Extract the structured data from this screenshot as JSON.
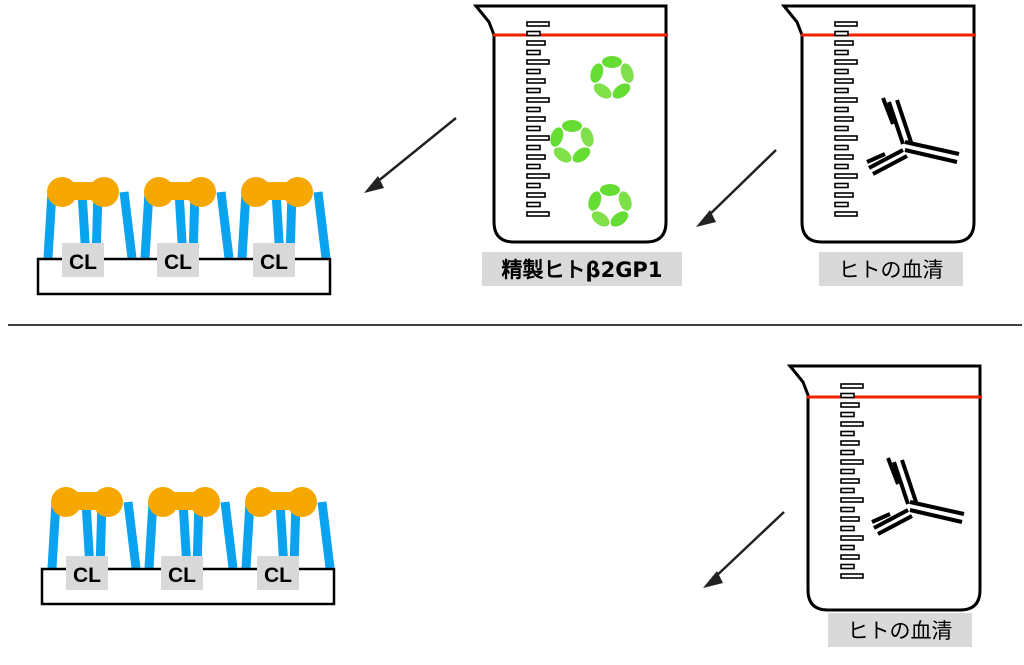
{
  "top_panel": {
    "plate_labels": [
      "CL",
      "CL",
      "CL"
    ],
    "beaker_purified": {
      "label": "精製ヒトβ2GP1",
      "contents": "green-protein-rings-icon"
    },
    "beaker_serum": {
      "label": "ヒトの血清",
      "contents": "antibody-icon"
    }
  },
  "bottom_panel": {
    "plate_labels": [
      "CL",
      "CL",
      "CL"
    ],
    "beaker_serum": {
      "label": "ヒトの血清",
      "contents": "antibody-icon"
    }
  },
  "colors": {
    "lipid_tail": "#0aa3f0",
    "lipid_head": "#f6a800",
    "fill_line": "#ee2200",
    "protein": "#66dd33",
    "label_bg": "#d9d9d9"
  }
}
